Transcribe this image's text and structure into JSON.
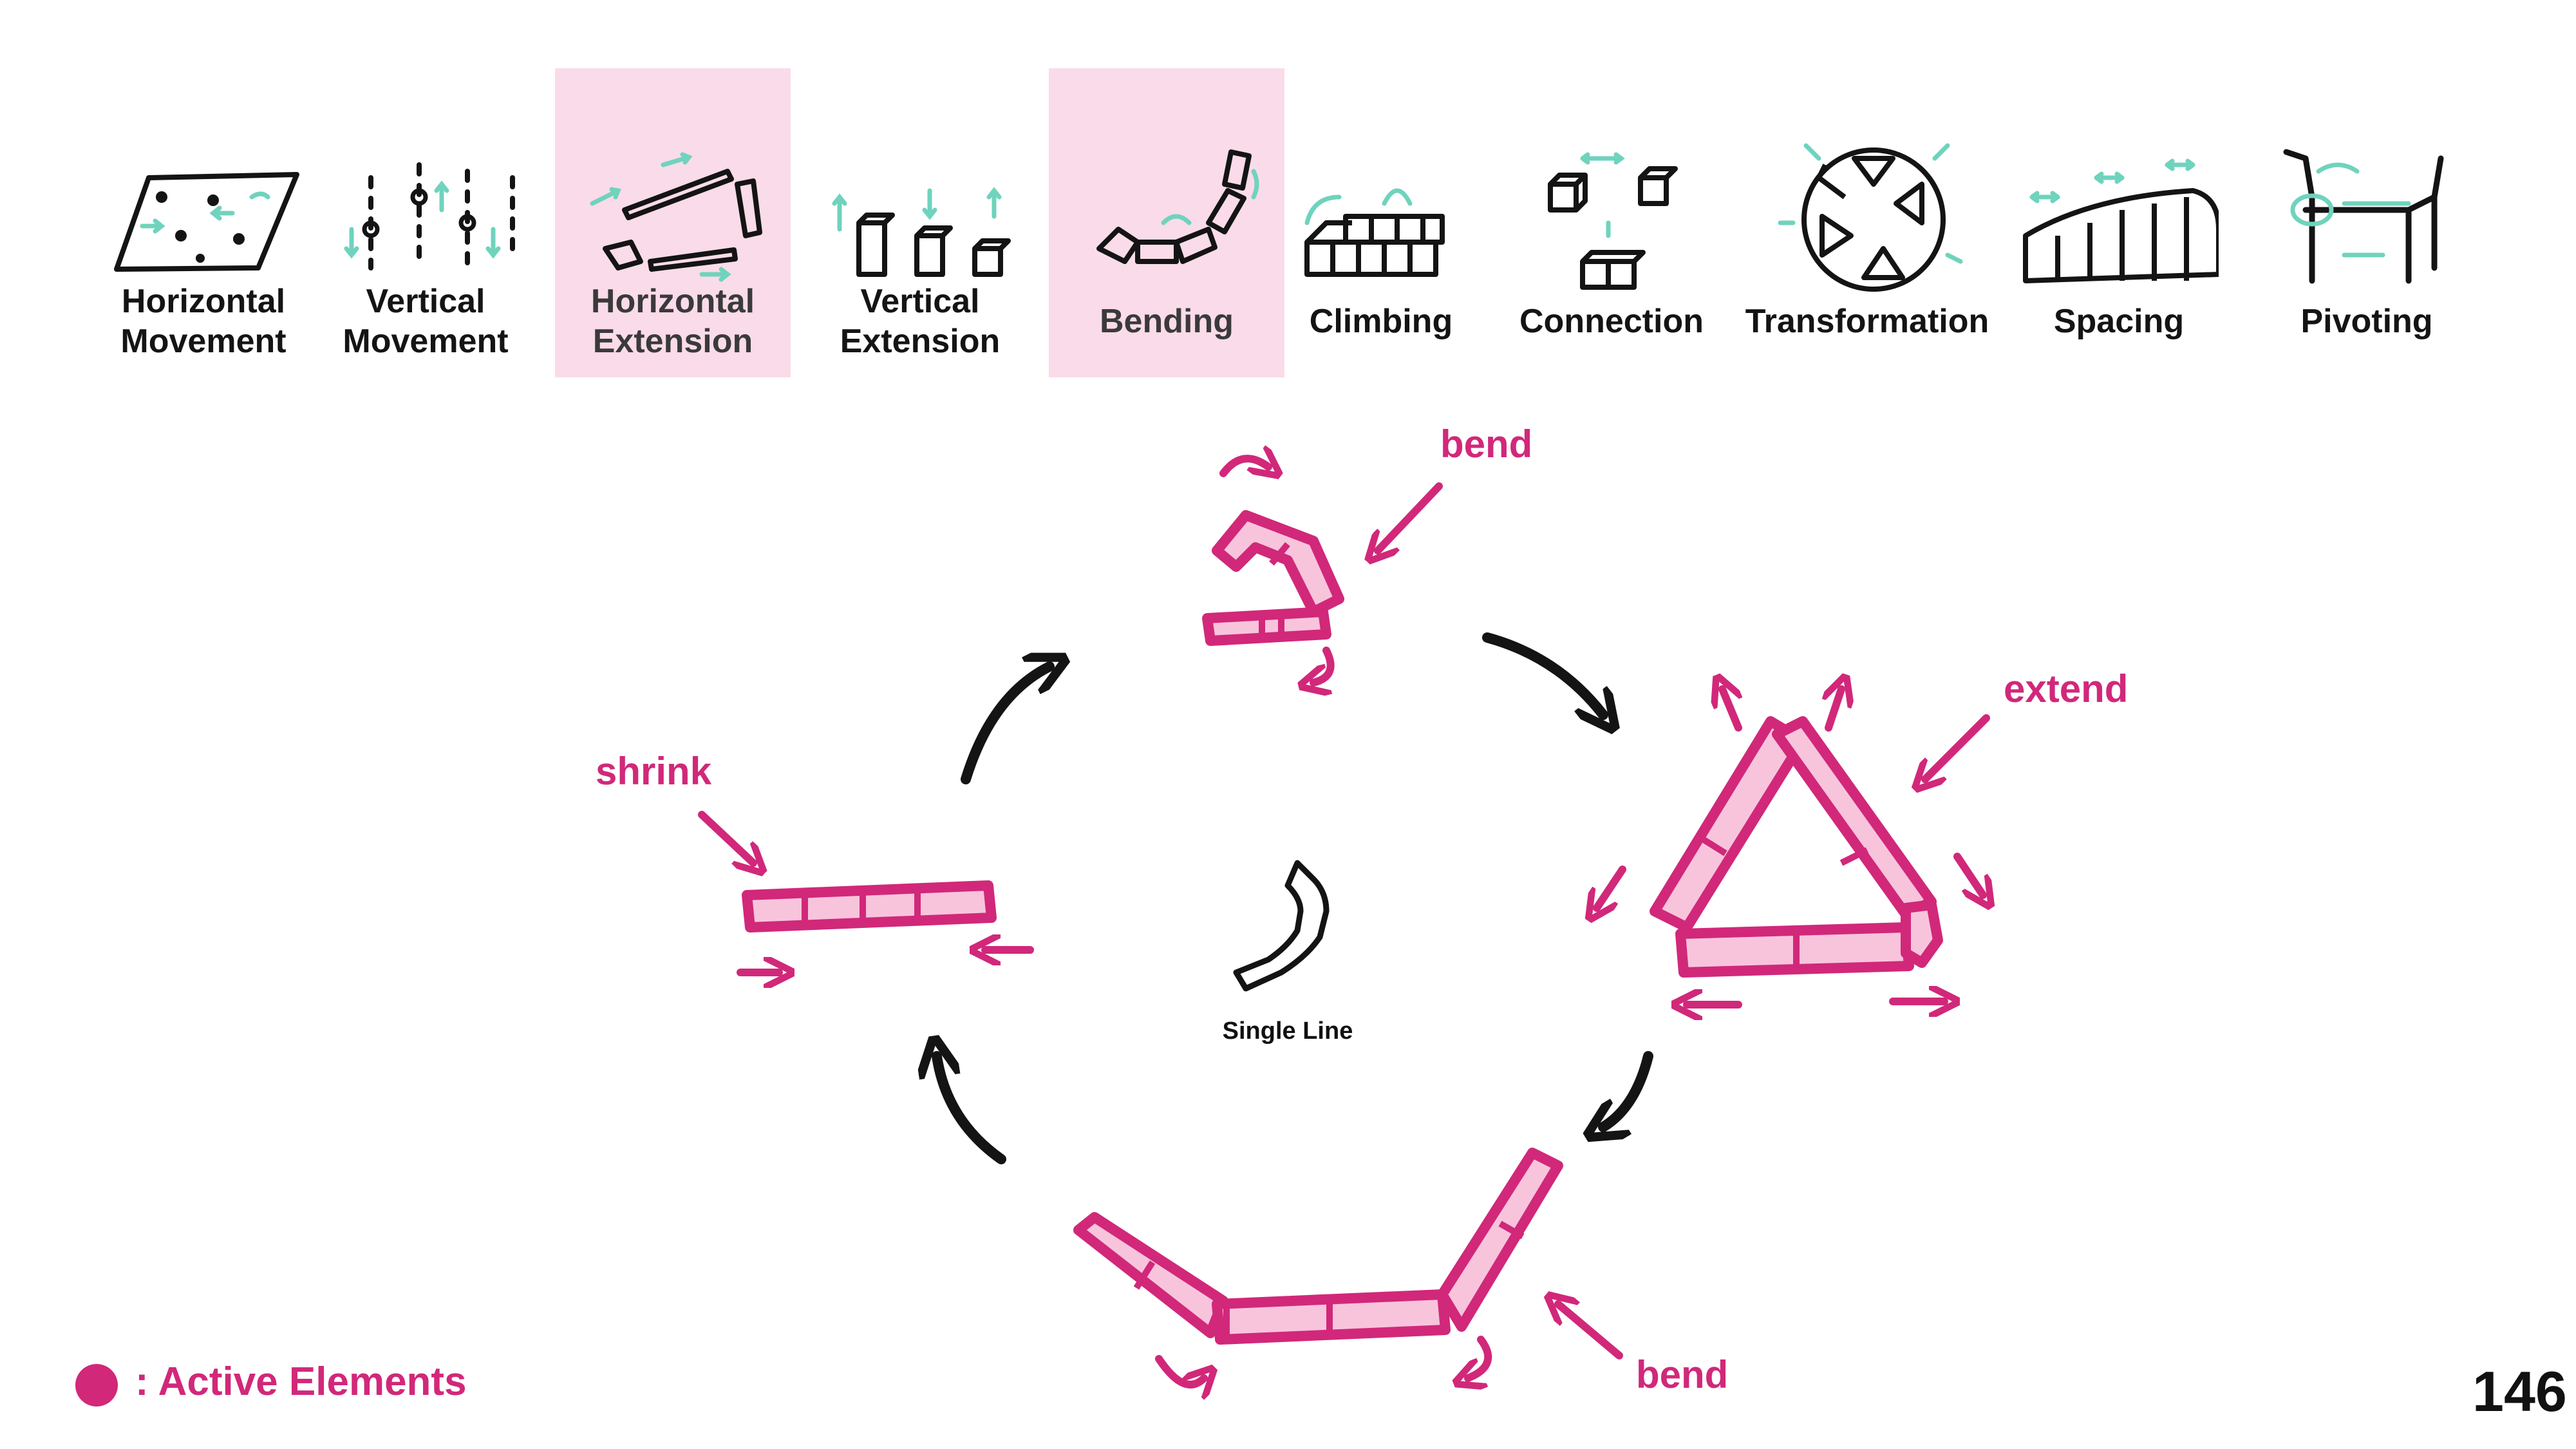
{
  "categories": [
    {
      "line1": "Horizontal",
      "line2": "Movement",
      "icon": "horizontal-movement-icon",
      "highlighted": false
    },
    {
      "line1": "Vertical",
      "line2": "Movement",
      "icon": "vertical-movement-icon",
      "highlighted": false
    },
    {
      "line1": "Horizontal",
      "line2": "Extension",
      "icon": "horizontal-extension-icon",
      "highlighted": true
    },
    {
      "line1": "Vertical",
      "line2": "Extension",
      "icon": "vertical-extension-icon",
      "highlighted": false
    },
    {
      "line1": "Bending",
      "line2": "",
      "icon": "bending-icon",
      "highlighted": true
    },
    {
      "line1": "Climbing",
      "line2": "",
      "icon": "climbing-icon",
      "highlighted": false
    },
    {
      "line1": "Connection",
      "line2": "",
      "icon": "connection-icon",
      "highlighted": false
    },
    {
      "line1": "Transformation",
      "line2": "",
      "icon": "transformation-icon",
      "highlighted": false
    },
    {
      "line1": "Spacing",
      "line2": "",
      "icon": "spacing-icon",
      "highlighted": false
    },
    {
      "line1": "Pivoting",
      "line2": "",
      "icon": "pivoting-icon",
      "highlighted": false
    }
  ],
  "cycle": {
    "center_label": "Single Line",
    "states": [
      {
        "label": "bend",
        "shape": "folded-segment"
      },
      {
        "label": "extend",
        "shape": "triangle"
      },
      {
        "label": "bend",
        "shape": "opened-chain"
      },
      {
        "label": "shrink",
        "shape": "straight-bar"
      }
    ]
  },
  "legend": {
    "label": ": Active Elements"
  },
  "page_number": "146",
  "colors": {
    "active": "#d1287a",
    "active_fill": "#f8c4dc",
    "highlight_bg": "#fadbe9",
    "motion": "#6fd3bd",
    "ink": "#141414"
  }
}
